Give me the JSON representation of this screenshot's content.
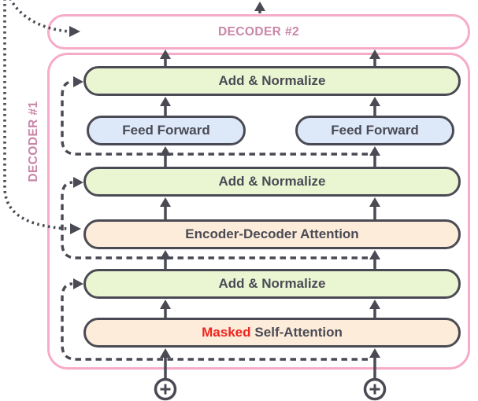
{
  "decoder2": {
    "label": "DECODER #2"
  },
  "decoder1": {
    "label": "DECODER #1"
  },
  "layers": {
    "add_normalize_top": {
      "label": "Add & Normalize"
    },
    "feed_forward_left": {
      "label": "Feed Forward"
    },
    "feed_forward_right": {
      "label": "Feed Forward"
    },
    "add_normalize_middle": {
      "label": "Add & Normalize"
    },
    "encoder_decoder_attention": {
      "label": "Encoder-Decoder Attention"
    },
    "add_normalize_bottom": {
      "label": "Add & Normalize"
    },
    "masked_self_attention": {
      "masked_word": "Masked",
      "rest": "Self-Attention"
    }
  },
  "icons": {
    "input_left": "plus-circle-icon",
    "input_right": "plus-circle-icon"
  },
  "colors": {
    "pink_border": "#f6abc9",
    "pink_text": "#ca86a8",
    "outline_dark": "#4a4a55",
    "fill_green": "#eaf5d2",
    "fill_blue": "#dde9f8",
    "fill_peach": "#fcecd9",
    "masked_red": "#f2241f",
    "background": "#ffffff"
  }
}
